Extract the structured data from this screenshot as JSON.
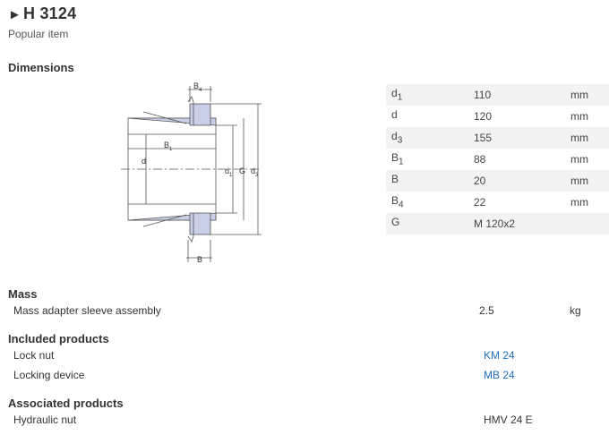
{
  "header": {
    "arrow": "►",
    "title": "H 3124",
    "subtitle": "Popular item"
  },
  "dimensions": {
    "heading": "Dimensions",
    "rows": [
      {
        "sym": "d",
        "sub": "1",
        "value": "110",
        "unit": "mm"
      },
      {
        "sym": "d",
        "sub": "",
        "value": "120",
        "unit": "mm"
      },
      {
        "sym": "d",
        "sub": "3",
        "value": "155",
        "unit": "mm"
      },
      {
        "sym": "B",
        "sub": "1",
        "value": "88",
        "unit": "mm"
      },
      {
        "sym": "B",
        "sub": "",
        "value": "20",
        "unit": "mm"
      },
      {
        "sym": "B",
        "sub": "4",
        "value": "22",
        "unit": "mm"
      },
      {
        "sym": "G",
        "sub": "",
        "value": "M 120x2",
        "unit": ""
      }
    ],
    "drawing": {
      "b4": "B",
      "b4_sub": "4",
      "b1": "B",
      "b1_sub": "1",
      "d": "d",
      "d1": "d",
      "d1_sub": "1",
      "g": "G",
      "d3": "d",
      "d3_sub": "3",
      "b": "B"
    }
  },
  "mass": {
    "heading": "Mass",
    "label": "Mass adapter sleeve assembly",
    "value": "2.5",
    "unit": "kg"
  },
  "included": {
    "heading": "Included products",
    "items": [
      {
        "label": "Lock nut",
        "value": "KM 24"
      },
      {
        "label": "Locking device",
        "value": "MB 24"
      }
    ]
  },
  "associated": {
    "heading": "Associated products",
    "items": [
      {
        "label": "Hydraulic nut",
        "value": "HMV 24 E"
      }
    ]
  },
  "colors": {
    "link": "#1f6fbf",
    "stripe": "#f3f3f3",
    "drawing_fill": "#c9cfe6"
  }
}
